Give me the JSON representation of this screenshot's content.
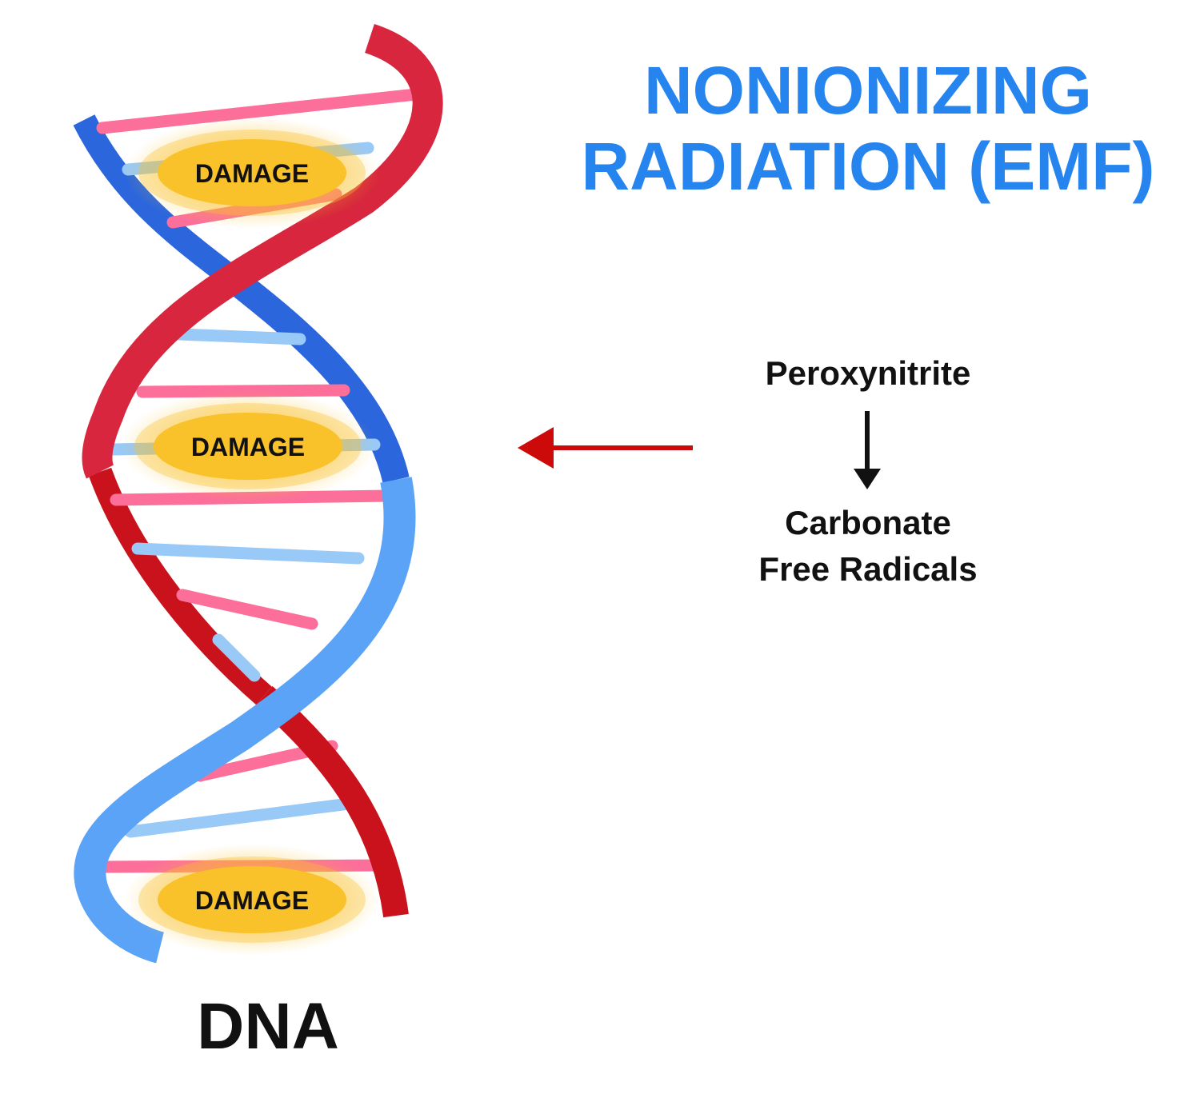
{
  "title": {
    "line1": "NONIONIZING",
    "line2": "RADIATION (EMF)",
    "color": "#2684ee"
  },
  "dna": {
    "label": "DNA",
    "damage_labels": [
      "DAMAGE",
      "DAMAGE",
      "DAMAGE"
    ]
  },
  "reaction": {
    "reactant": "Peroxynitrite",
    "product_line1": "Carbonate",
    "product_line2": "Free Radicals"
  },
  "colors": {
    "strand_red": "#d7263d",
    "strand_blue": "#2b66dc",
    "strand_light_blue": "#5ba3f7",
    "rung_pink": "#fb6f9a",
    "rung_light_blue": "#98c9f7",
    "damage_yellow": "#f9c12a",
    "arrow_red": "#cc0a0a",
    "text_dark": "#111111"
  },
  "icons": {
    "pointer_arrow": "left-arrow-icon",
    "reaction_arrow": "down-arrow-icon"
  }
}
